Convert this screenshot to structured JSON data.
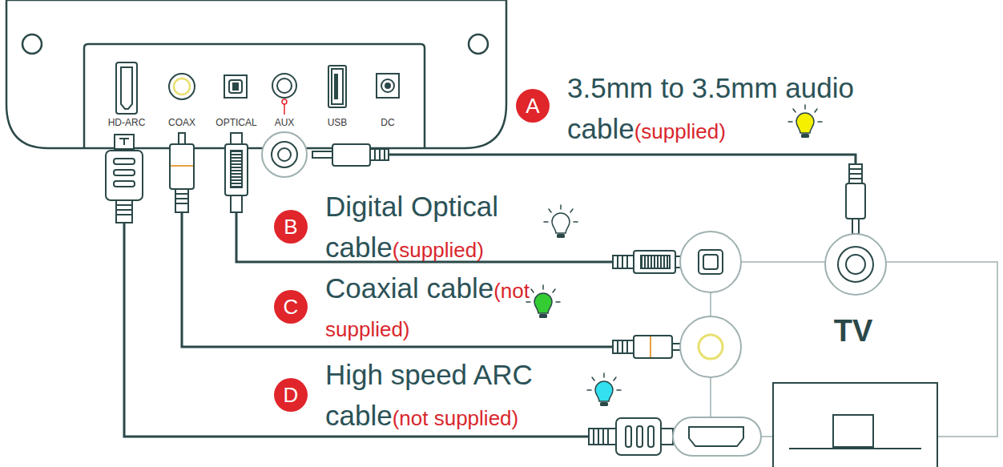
{
  "diagram": {
    "nodes": [
      {
        "text": [
          "A",
          "3.5mm to 3.5mm audio cable",
          "(supplied)"
        ]
      },
      {
        "text": [
          "B",
          "Digital Optical cable",
          "(supplied)"
        ]
      },
      {
        "text": [
          "C",
          "Coaxial cable",
          "(not supplied)"
        ]
      },
      {
        "text": [
          "D",
          "High speed ARC cable",
          "(not supplied)"
        ]
      }
    ],
    "labels": [
      "HD-ARC",
      "COAX",
      "OPTICAL",
      "AUX",
      "USB",
      "DC",
      "TV"
    ]
  }
}
